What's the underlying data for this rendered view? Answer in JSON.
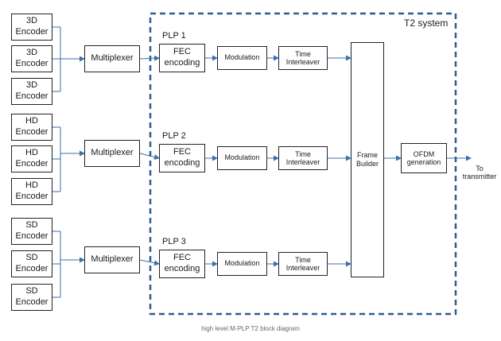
{
  "system_label": "T2 system",
  "caption": "high level M-PLP T2 block diagram",
  "groups": [
    {
      "encoders": [
        "3D\nEncoder",
        "3D\nEncoder",
        "3D\nEncoder"
      ],
      "multiplexer": "Multiplexer",
      "plp": "PLP 1",
      "fec": "FEC\nencoding",
      "modulation": "Modulation",
      "interleaver": "Time\nInterleaver"
    },
    {
      "encoders": [
        "HD\nEncoder",
        "HD\nEncoder",
        "HD\nEncoder"
      ],
      "multiplexer": "Multiplexer",
      "plp": "PLP 2",
      "fec": "FEC\nencoding",
      "modulation": "Modulation",
      "interleaver": "Time\nInterleaver"
    },
    {
      "encoders": [
        "SD\nEncoder",
        "SD\nEncoder",
        "SD\nEncoder"
      ],
      "multiplexer": "Multiplexer",
      "plp": "PLP 3",
      "fec": "FEC\nencoding",
      "modulation": "Modulation",
      "interleaver": "Time\nInterleaver"
    }
  ],
  "frame_builder": "Frame\nBuilder",
  "ofdm": "OFDM\ngeneration",
  "output": "To\ntransmitter",
  "colors": {
    "connector": "#3a6fb0",
    "box_border": "#222222",
    "dashed_border": "#2e5e8e"
  }
}
